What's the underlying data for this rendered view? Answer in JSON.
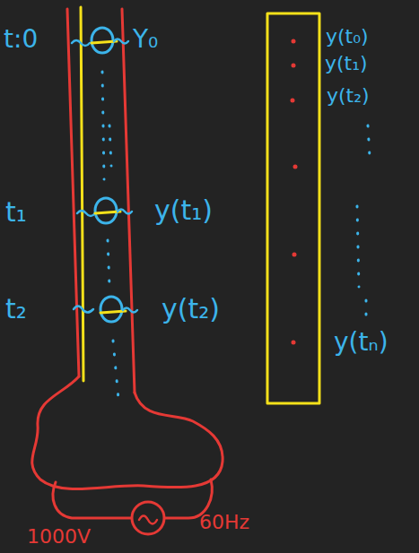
{
  "diagram": {
    "labels": [
      "t:0",
      "Y₀",
      "t₁",
      "y(t₁)",
      "t₂",
      "y(t₂)",
      "y(t₀)",
      "y(t₁)",
      "y(t₂)",
      "y(tₙ)",
      "1000V",
      "60Hz"
    ]
  }
}
